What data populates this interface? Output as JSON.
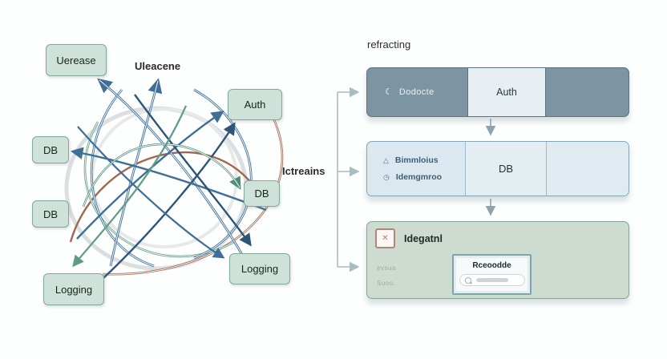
{
  "left": {
    "nodes": [
      {
        "label": "Uerease"
      },
      {
        "label": "Auth"
      },
      {
        "label": "DB"
      },
      {
        "label": "DB"
      },
      {
        "label": "DB"
      },
      {
        "label": "Logging"
      },
      {
        "label": "Logging"
      }
    ],
    "labels": {
      "top": "Uleacene",
      "right": "Ictreains"
    }
  },
  "right": {
    "title": "refracting",
    "layer1": {
      "icon": "crescent-icon",
      "item": "Dodocte",
      "center": "Auth"
    },
    "layer2": {
      "icon1": "droplet-icon",
      "item1": "Bimmloius",
      "icon2": "clock-icon",
      "item2": "Idemgmroo",
      "center": "DB"
    },
    "layer3": {
      "icon": "image-placeholder-icon",
      "header": "Idegatnl",
      "faint1": "evsua",
      "faint2": "Suoo.",
      "card_title": "Rceoodde",
      "search_icon": "search-icon",
      "search_placeholder": ""
    }
  },
  "colors": {
    "edge_steel": "#3f6f97",
    "edge_dark": "#2c5577",
    "edge_green": "#5f9c85",
    "edge_teal": "#4e8f7c",
    "edge_brown": "#a2664f",
    "connector_gray": "#a9bcc2",
    "node_fill": "#cfe2da",
    "layer1_bg": "#7d94a2",
    "layer2_bg": "#dce8ef",
    "layer3_bg": "#cddbd1"
  }
}
